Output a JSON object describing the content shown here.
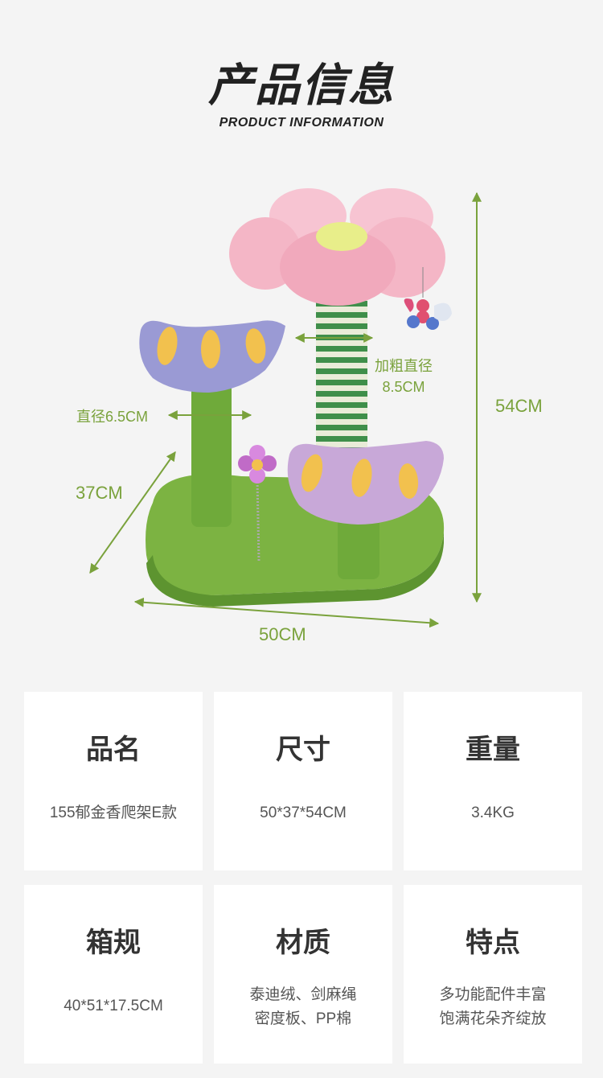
{
  "header": {
    "title": "产品信息",
    "subtitle": "PRODUCT INFORMATION"
  },
  "dimensions": {
    "height": "54CM",
    "width": "50CM",
    "depth": "37CM",
    "post_diameter": "直径6.5CM",
    "thick_post_label": "加粗直径",
    "thick_post_value": "8.5CM"
  },
  "colors": {
    "accent_green": "#7aa23c",
    "base_green": "#7cb342",
    "flower_pink": "#f4b6c6",
    "sisal_green": "#3f8f4a",
    "purple_leaf": "#9a9ad4",
    "lilac_leaf": "#c8a8d8",
    "yellow_spot": "#f2c14e"
  },
  "specs": [
    {
      "title": "品名",
      "lines": [
        "155郁金香爬架E款"
      ]
    },
    {
      "title": "尺寸",
      "lines": [
        "50*37*54CM"
      ]
    },
    {
      "title": "重量",
      "lines": [
        "3.4KG"
      ]
    },
    {
      "title": "箱规",
      "lines": [
        "40*51*17.5CM"
      ]
    },
    {
      "title": "材质",
      "lines": [
        "泰迪绒、剑麻绳",
        "密度板、PP棉"
      ]
    },
    {
      "title": "特点",
      "lines": [
        "多功能配件丰富",
        "饱满花朵齐绽放"
      ]
    }
  ]
}
